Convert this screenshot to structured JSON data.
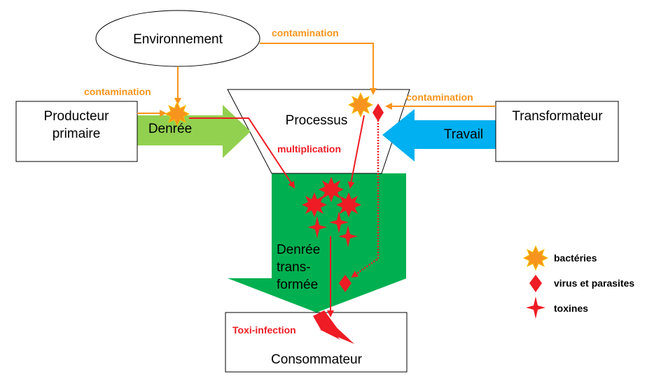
{
  "nodes": {
    "environnement": "Environnement",
    "producteur_line1": "Producteur",
    "producteur_line2": "primaire",
    "transformateur": "Transformateur",
    "processus": "Processus",
    "consommateur": "Consommateur"
  },
  "arrows": {
    "denree": "Denrée",
    "travail": "Travail",
    "denree_transformee_line1": "Denrée",
    "denree_transformee_line2": "trans-",
    "denree_transformee_line3": "formée"
  },
  "labels": {
    "contamination_top": "contamination",
    "contamination_left": "contamination",
    "contamination_right": "contamination",
    "multiplication": "multiplication",
    "toxi_infection": "Toxi-infection"
  },
  "legend": {
    "bacteries": "bactéries",
    "virus": "virus et parasites",
    "toxines": "toxines"
  },
  "colors": {
    "contamination": "#f7941d",
    "pathogen": "#ee1c24",
    "green_light": "#92d050",
    "green_dark": "#00b050",
    "blue": "#00b0f0"
  }
}
